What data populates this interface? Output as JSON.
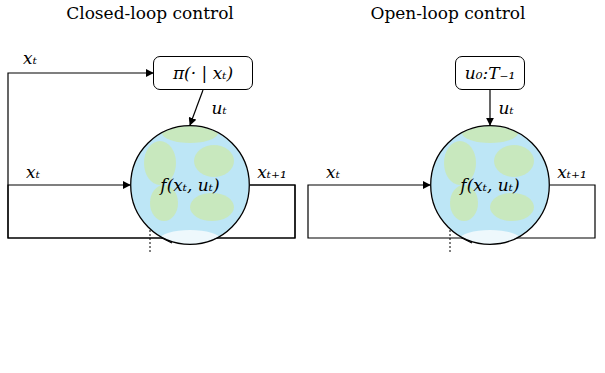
{
  "diagram": {
    "nodes": [
      {
        "text": [
          "π(· | xₜ)"
        ]
      },
      {
        "text": [
          "f(xₜ, uₜ)"
        ]
      },
      {
        "text": [
          "u₀:T₋₁"
        ]
      },
      {
        "text": [
          "f(xₜ, uₜ)"
        ]
      }
    ],
    "edges": [
      {
        "from": 0,
        "to": 1,
        "arrow": "to",
        "label": "uₜ"
      },
      {
        "from": 1,
        "to": 0,
        "arrow": "to",
        "label": "xₜ"
      },
      {
        "from": 1,
        "to": 1,
        "arrow": "to",
        "label": "xₜ"
      },
      {
        "from": 2,
        "to": 3,
        "arrow": "to",
        "label": "uₜ"
      },
      {
        "from": 3,
        "to": 3,
        "arrow": "to",
        "label": "xₜ"
      }
    ],
    "labels": [
      "Closed-loop control",
      "Open-loop control",
      "xₜ₊₁",
      "xₜ₊₁"
    ]
  }
}
